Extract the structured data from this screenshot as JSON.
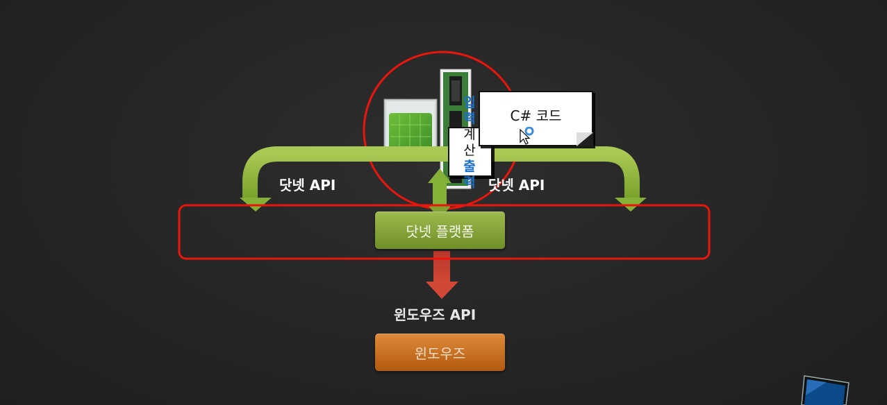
{
  "labels": {
    "dotnet_api_left": "닷넷 API",
    "dotnet_api_right": "닷넷 API",
    "windows_api": "윈도우즈 API"
  },
  "boxes": {
    "dotnet_platform": "닷넷 플랫폼",
    "windows": "윈도우즈"
  },
  "callout": {
    "csharp_code": "C# 코드",
    "vertical_text": [
      "입",
      "력",
      "계",
      "산",
      "출",
      "력"
    ]
  },
  "colors": {
    "green_arrow": "#8db33c",
    "green_box": "#86a63a",
    "red_arrow": "#c23a2c",
    "orange_box": "#c8711f",
    "highlight_red": "#e8160c",
    "blue_text": "#1a6fc8"
  },
  "icons": [
    "cpu-chip-image",
    "ram-module-image",
    "mouse-cursor-icon",
    "monitor-thumbnail-icon"
  ]
}
